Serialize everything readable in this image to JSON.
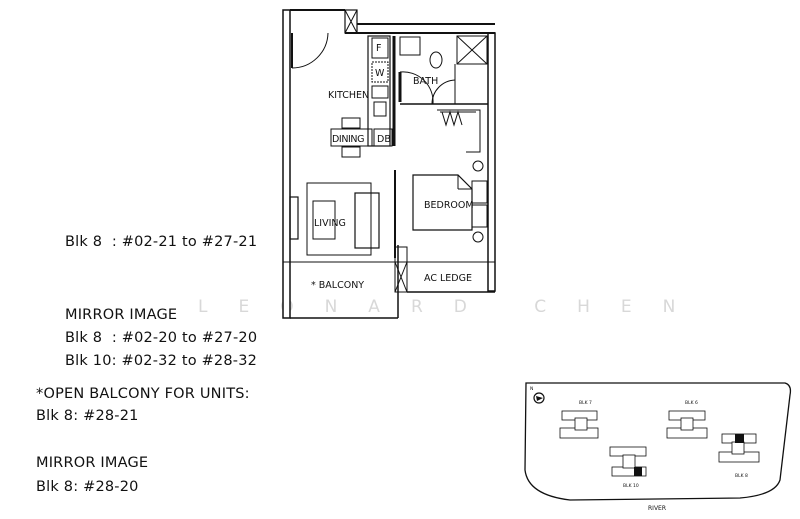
{
  "floor_plan": {
    "rooms": {
      "kitchen": "KITCHEN",
      "bath": "BATH",
      "dining": "DINING",
      "db": "DB",
      "living": "LIVING",
      "bedroom": "BEDROOM",
      "ac_ledge": "AC LEDGE",
      "balcony": "* BALCONY",
      "fridge": "F",
      "washer": "W"
    },
    "watermark": "LEONARD CHEN"
  },
  "units": {
    "main": "Blk 8  : #02-21 to #27-21",
    "mirror_heading": "MIRROR IMAGE",
    "mirror_1": "Blk 8  : #02-20 to #27-20",
    "mirror_2": "Blk 10: #02-32 to #28-32",
    "open_balcony_heading": "*OPEN BALCONY FOR UNITS:",
    "open_balcony_1": "Blk 8: #28-21",
    "open_mirror_heading": "MIRROR IMAGE",
    "open_mirror_1": "Blk 8: #28-20"
  },
  "site_plan": {
    "north": "N",
    "river": "RIVER",
    "blocks": [
      "BLK 7",
      "BLK 6",
      "BLK 10",
      "BLK 8"
    ]
  }
}
